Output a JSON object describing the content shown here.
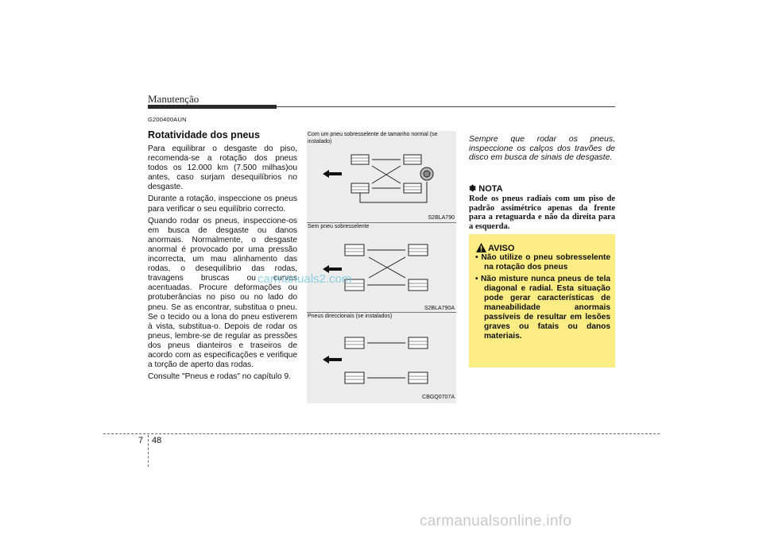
{
  "header": {
    "section": "Manutenção"
  },
  "doc_code": "G200400AUN",
  "heading": "Rotatividade dos pneus",
  "body": [
    "Para equilibrar o desgaste do piso, recomenda-se a rotação dos pneus todos os 12.000 km (7.500 milhas)ou antes, caso surjam desequilíbrios no desgaste.",
    "Durante a rotação, inspeccione os pneus para verificar o seu equilíbrio correcto.",
    "Quando rodar os pneus, inspeccione-os em busca de desgaste ou danos anormais. Normalmente, o desgaste anormal é provocado por uma pressão incorrecta, um mau alinhamento das rodas, o desequilíbrio das rodas, travagens bruscas ou curvas acentuadas. Procure deformações ou protuberâncias no piso ou no lado do pneu. Se as encontrar, substitua o pneu. Se o tecido ou a lona do pneu estiverem à vista, substitua-o. Depois de rodar os pneus, lembre-se de regular as pressões dos pneus dianteiros e traseiros de acordo com as especificações e verifique a torção de aperto das rodas.",
    "Consulte \"Pneus e rodas\" no capítulo 9."
  ],
  "figures": [
    {
      "caption": "Com um pneu sobresselente de tamanho normal (se instalado)",
      "code": "S2BLA790"
    },
    {
      "caption": "Sem pneu sobresselente",
      "code": "S2BLA790A"
    },
    {
      "caption": "Pneus direccionais (se instalados)",
      "code": "CBGQ0707A"
    }
  ],
  "tip": "Sempre que rodar os pneus, inspeccione os calços dos travões de disco em busca de sinais de desgaste.",
  "nota": {
    "title": "✽ NOTA",
    "text": "Rode os pneus radiais com um piso de padrão assimétrico apenas da frente para a retaguarda e não da direita para a esquerda."
  },
  "aviso": {
    "title": "AVISO",
    "items": [
      "• Não utilize o pneu sobresselente na rotação dos pneus",
      "• Não misture nunca pneus de tela diagonal e radial. Esta situação pode gerar características de maneabilidade anormais passíveis de resultar em lesões graves ou fatais ou danos materiais."
    ]
  },
  "page": {
    "chapter": "7",
    "number": "48"
  },
  "watermarks": {
    "overlay": "carmanuals2.com",
    "footer": "carmanualsonline.info"
  },
  "colors": {
    "warning_bg": "#fbec84",
    "figure_bg": "#ececec",
    "watermark": "#7ec8e0"
  }
}
